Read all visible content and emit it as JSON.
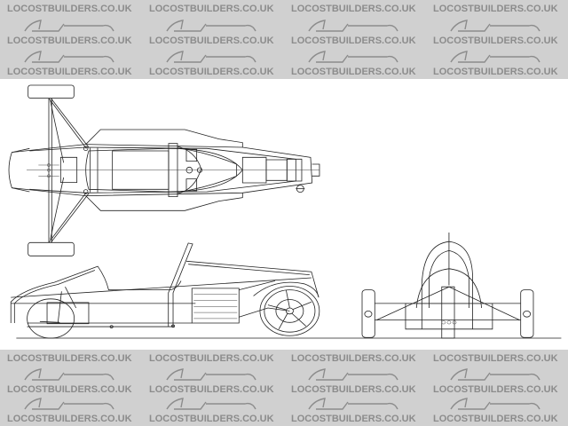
{
  "watermark": {
    "text": "LOCOSTBUILDERS.CO.UK",
    "band_color": "#d0d0d0",
    "ink_color": "#8c8c8c",
    "icon": "car-silhouette-icon"
  },
  "drawing": {
    "views": [
      "top-view",
      "side-view",
      "rear-view"
    ],
    "line_color": "#222222",
    "background": "#ffffff"
  }
}
